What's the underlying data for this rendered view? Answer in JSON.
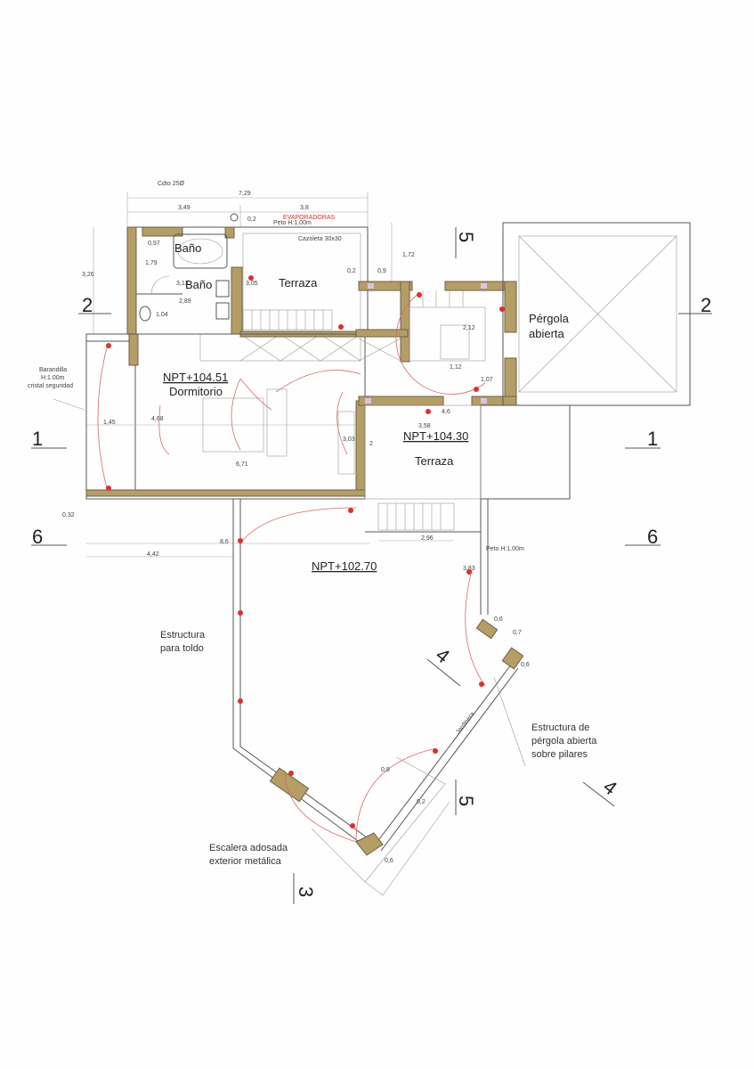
{
  "labels": {
    "cdto": "Cdto 25Ø",
    "peto_top": "Peto H:1.00m",
    "evaporadoras": "EVAPORADORAS",
    "cazoleta": "Cazoleta 30x30",
    "bano_1": "Baño",
    "bano_2": "Baño",
    "terraza_upper": "Terraza",
    "pergola_line1": "Pérgola",
    "pergola_line2": "abierta",
    "npt_dormitorio": "NPT+104.51",
    "dormitorio": "Dormitorio",
    "npt_terraza": "NPT+104.30",
    "terraza_lower": "Terraza",
    "npt_jardin": "NPT+102.70",
    "toldo_line1": "Estructura",
    "toldo_line2": "para toldo",
    "pergola_pilares_line1": "Estructura de",
    "pergola_pilares_line2": "pérgola abierta",
    "pergola_pilares_line3": "sobre pilares",
    "escalera_line1": "Escalera adosada",
    "escalera_line2": "exterior metálica",
    "barandilla_line1": "Barandilla",
    "barandilla_line2": "H:1.00m",
    "barandilla_line3": "cristal seguridad",
    "peto_right": "Peto H:1.00m",
    "jardinera": "Jardinera"
  },
  "dimensions": {
    "d729": "7,29",
    "d349": "3,49",
    "d38": "3,8",
    "d02a": "0,2",
    "d097": "0,97",
    "d179": "1,79",
    "d313": "3,13",
    "d289": "2,89",
    "d104": "1,04",
    "d326": "3,26",
    "d305": "3,05",
    "d02b": "0,2",
    "d09": "0,9",
    "d172": "1,72",
    "d212": "2,12",
    "d112": "1,12",
    "d107": "1,07",
    "d46": "4,6",
    "d358": "3,58",
    "d2": "2",
    "d303": "3,03",
    "d145": "1,45",
    "d468": "4,68",
    "d671": "6,71",
    "d032": "0,32",
    "d442": "4,42",
    "d86": "8,6",
    "d296": "2,96",
    "d383": "3,83",
    "d06a": "0,6",
    "d07": "0,7",
    "d06b": "0,6",
    "d08": "0,8",
    "d02c": "0,2",
    "d06c": "0,6"
  },
  "sections": {
    "s2_left": "2",
    "s2_right": "2",
    "s1_left": "1",
    "s1_right": "1",
    "s6_left": "6",
    "s6_right": "6",
    "s5_top": "5",
    "s5_bottom": "5",
    "s4_left": "4",
    "s4_right": "4",
    "s3": "3"
  },
  "colors": {
    "wall": "#b59d66",
    "electrical": "#d9302f",
    "pillar": "#d9c4e6"
  }
}
